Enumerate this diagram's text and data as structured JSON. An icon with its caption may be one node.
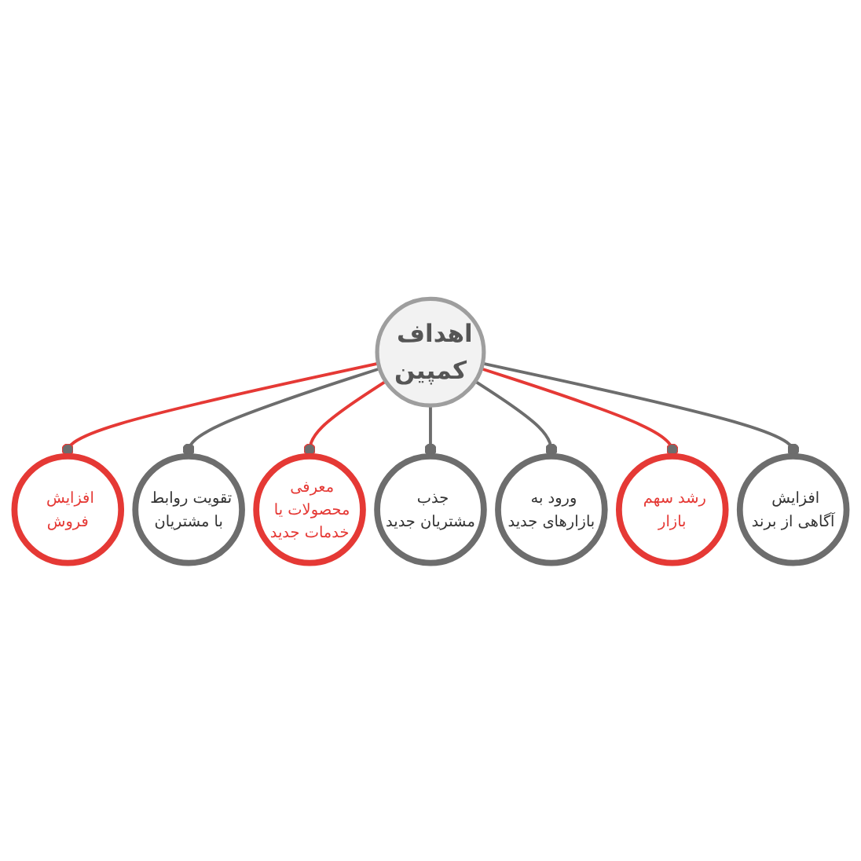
{
  "diagram": {
    "nodes": [
      {
        "text": [
          "اهداف کمپین"
        ]
      },
      {
        "text": [
          "افزایش فروش"
        ]
      },
      {
        "text": [
          "تقویت روابط با مشتریان"
        ]
      },
      {
        "text": [
          "معرفی محصولات یا خدمات جدید"
        ]
      },
      {
        "text": [
          "جذب مشتریان جدید"
        ]
      },
      {
        "text": [
          "ورود به بازارهای جدید"
        ]
      },
      {
        "text": [
          "رشد سهم بازار"
        ]
      },
      {
        "text": [
          "افزایش آگاهی از برند"
        ]
      }
    ],
    "edges": [
      {
        "from": 0,
        "to": 1,
        "arrow": "other",
        "color": "#e53935"
      },
      {
        "from": 0,
        "to": 2,
        "arrow": "other"
      },
      {
        "from": 0,
        "to": 3,
        "arrow": "other",
        "color": "#e53935"
      },
      {
        "from": 0,
        "to": 4,
        "arrow": "other"
      },
      {
        "from": 0,
        "to": 5,
        "arrow": "other"
      },
      {
        "from": 0,
        "to": 6,
        "arrow": "other",
        "color": "#e53935"
      },
      {
        "from": 0,
        "to": 7,
        "arrow": "other"
      }
    ]
  }
}
